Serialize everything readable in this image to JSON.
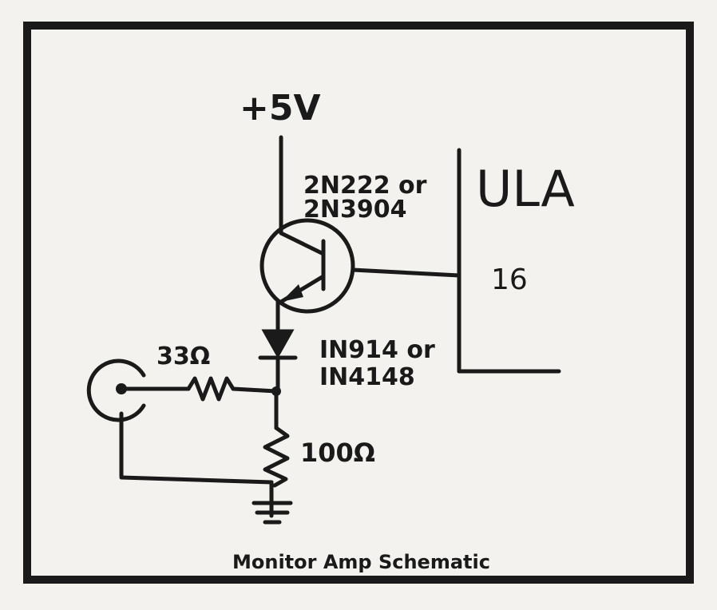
{
  "diagram": {
    "supply_label": "+5V",
    "transistor_label_1": "2N222 or",
    "transistor_label_2": "2N3904",
    "chip_label": "ULA",
    "chip_pin": "16",
    "diode_label_1": "IN914 or",
    "diode_label_2": "IN4148",
    "resistor_series_label": "33Ω",
    "resistor_shunt_label": "100Ω",
    "caption": "Monitor Amp Schematic"
  },
  "colors": {
    "ink": "#1a1a1a",
    "paper": "#f3f2ee"
  }
}
